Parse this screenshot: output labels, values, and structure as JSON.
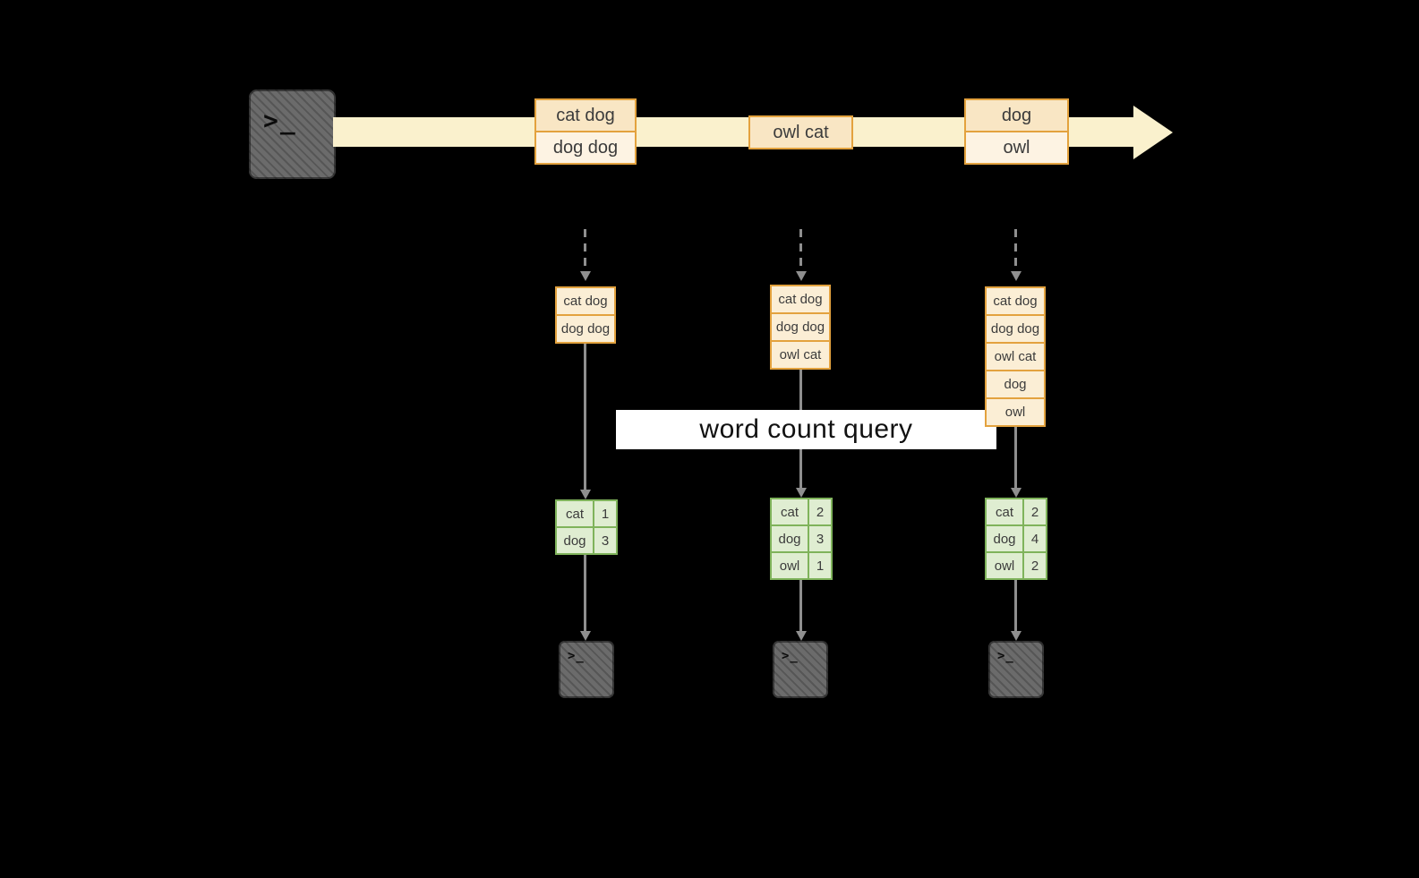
{
  "title": "streaming word count query diagram",
  "colors": {
    "background": "#000000",
    "stream_band": "#FAF1CD",
    "record_border": "#E3A23E",
    "record_fill_dark": "#F9E6C4",
    "record_fill_light": "#FDF3E3",
    "stack_fill": "#FBEED5",
    "table_border": "#7FB35B",
    "table_fill": "#DFEDD1",
    "arrow": "#8F8F8F",
    "terminal": "#6B6B6B",
    "banner_bg": "#FFFFFF",
    "banner_text": "#111111"
  },
  "icons": {
    "terminal_prompt": ">_",
    "output_prompt": ">_"
  },
  "stream": {
    "batches": [
      {
        "rows": [
          "cat dog",
          "dog dog"
        ]
      },
      {
        "rows": [
          "owl cat"
        ]
      },
      {
        "rows": [
          "dog",
          "owl"
        ]
      }
    ]
  },
  "banner": {
    "label": "word count query"
  },
  "columns": [
    {
      "inputs": [
        "cat dog",
        "dog dog"
      ],
      "results": [
        [
          "cat",
          "1"
        ],
        [
          "dog",
          "3"
        ]
      ]
    },
    {
      "inputs": [
        "cat dog",
        "dog dog",
        "owl cat"
      ],
      "results": [
        [
          "cat",
          "2"
        ],
        [
          "dog",
          "3"
        ],
        [
          "owl",
          "1"
        ]
      ]
    },
    {
      "inputs": [
        "cat dog",
        "dog dog",
        "owl cat",
        "dog",
        "owl"
      ],
      "results": [
        [
          "cat",
          "2"
        ],
        [
          "dog",
          "4"
        ],
        [
          "owl",
          "2"
        ]
      ]
    }
  ]
}
